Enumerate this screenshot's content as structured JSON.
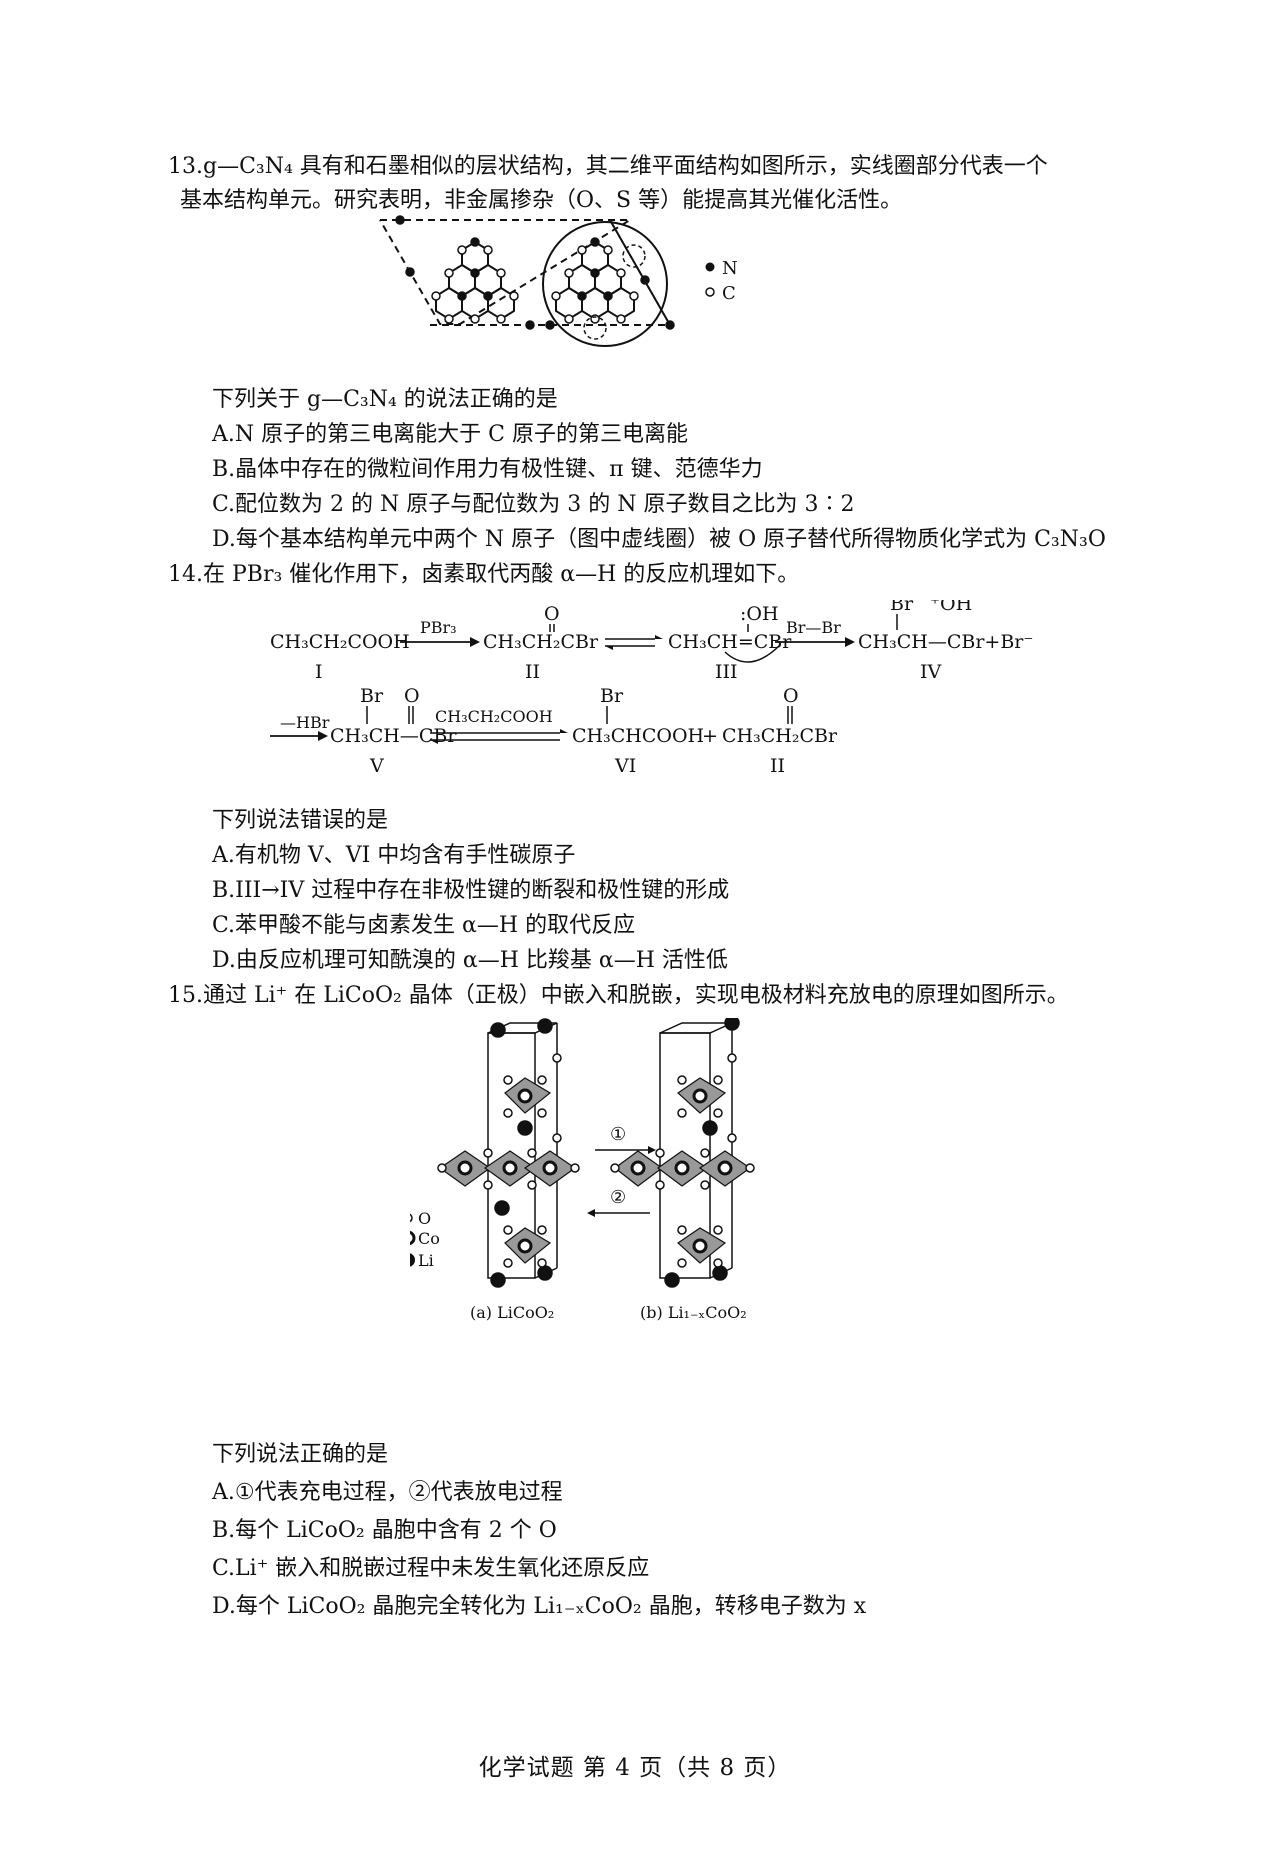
{
  "q13": {
    "line1": "13.g—C₃N₄ 具有和石墨相似的层状结构，其二维平面结构如图所示，实线圈部分代表一个",
    "line2": "基本结构单元。研究表明，非金属掺杂（O、S 等）能提高其光催化活性。",
    "legend_n": "N",
    "legend_c": "C",
    "stem": "下列关于 g—C₃N₄ 的说法正确的是",
    "options": [
      "A.N 原子的第三电离能大于 C 原子的第三电离能",
      "B.晶体中存在的微粒间作用力有极性键、π 键、范德华力",
      "C.配位数为 2 的 N 原子与配位数为 3 的 N 原子数目之比为 3∶2",
      "D.每个基本结构单元中两个 N 原子（图中虚线圈）被 O 原子替代所得物质化学式为 C₃N₃O"
    ]
  },
  "q14": {
    "line1": "14.在 PBr₃ 催化作用下，卤素取代丙酸 α—H 的反应机理如下。",
    "rxn": {
      "s1": "CH₃CH₂COOH",
      "c1": "PBr₃",
      "s2": "CH₃CH₂CBr",
      "o2": "O",
      "s3": "CH₃CH=CBr",
      "o3": ":OH",
      "c3": "Br—Br",
      "s4": "CH₃CH—CBr+Br⁻",
      "br4": "Br",
      "o4": "⁺OH",
      "c5": "—HBr",
      "s5": "CH₃CH—CBr",
      "br5": "Br",
      "o5": "O",
      "c6": "CH₃CH₂COOH",
      "s6": "CH₃CHCOOH",
      "br6": "Br",
      "plus": "+",
      "s7": "CH₃CH₂CBr",
      "o7": "O",
      "labels": [
        "I",
        "II",
        "III",
        "IV",
        "V",
        "VI",
        "II"
      ]
    },
    "stem": "下列说法错误的是",
    "options": [
      "A.有机物 V、VI 中均含有手性碳原子",
      "B.III→IV 过程中存在非极性键的断裂和极性键的形成",
      "C.苯甲酸不能与卤素发生 α—H 的取代反应",
      "D.由反应机理可知酰溴的 α—H 比羧基 α—H 活性低"
    ]
  },
  "q15": {
    "line1": "15.通过 Li⁺ 在 LiCoO₂ 晶体（正极）中嵌入和脱嵌，实现电极材料充放电的原理如图所示。",
    "arrow1": "①",
    "arrow2": "②",
    "legend": [
      "O",
      "Co",
      "Li"
    ],
    "caption_a": "(a) LiCoO₂",
    "caption_b": "(b) Li₁₋ₓCoO₂",
    "stem": "下列说法正确的是",
    "options": [
      "A.①代表充电过程，②代表放电过程",
      "B.每个 LiCoO₂ 晶胞中含有 2 个 O",
      "C.Li⁺ 嵌入和脱嵌过程中未发生氧化还原反应",
      "D.每个 LiCoO₂ 晶胞完全转化为 Li₁₋ₓCoO₂ 晶胞，转移电子数为 x"
    ]
  },
  "footer": "化学试题 第 4 页（共 8 页）"
}
